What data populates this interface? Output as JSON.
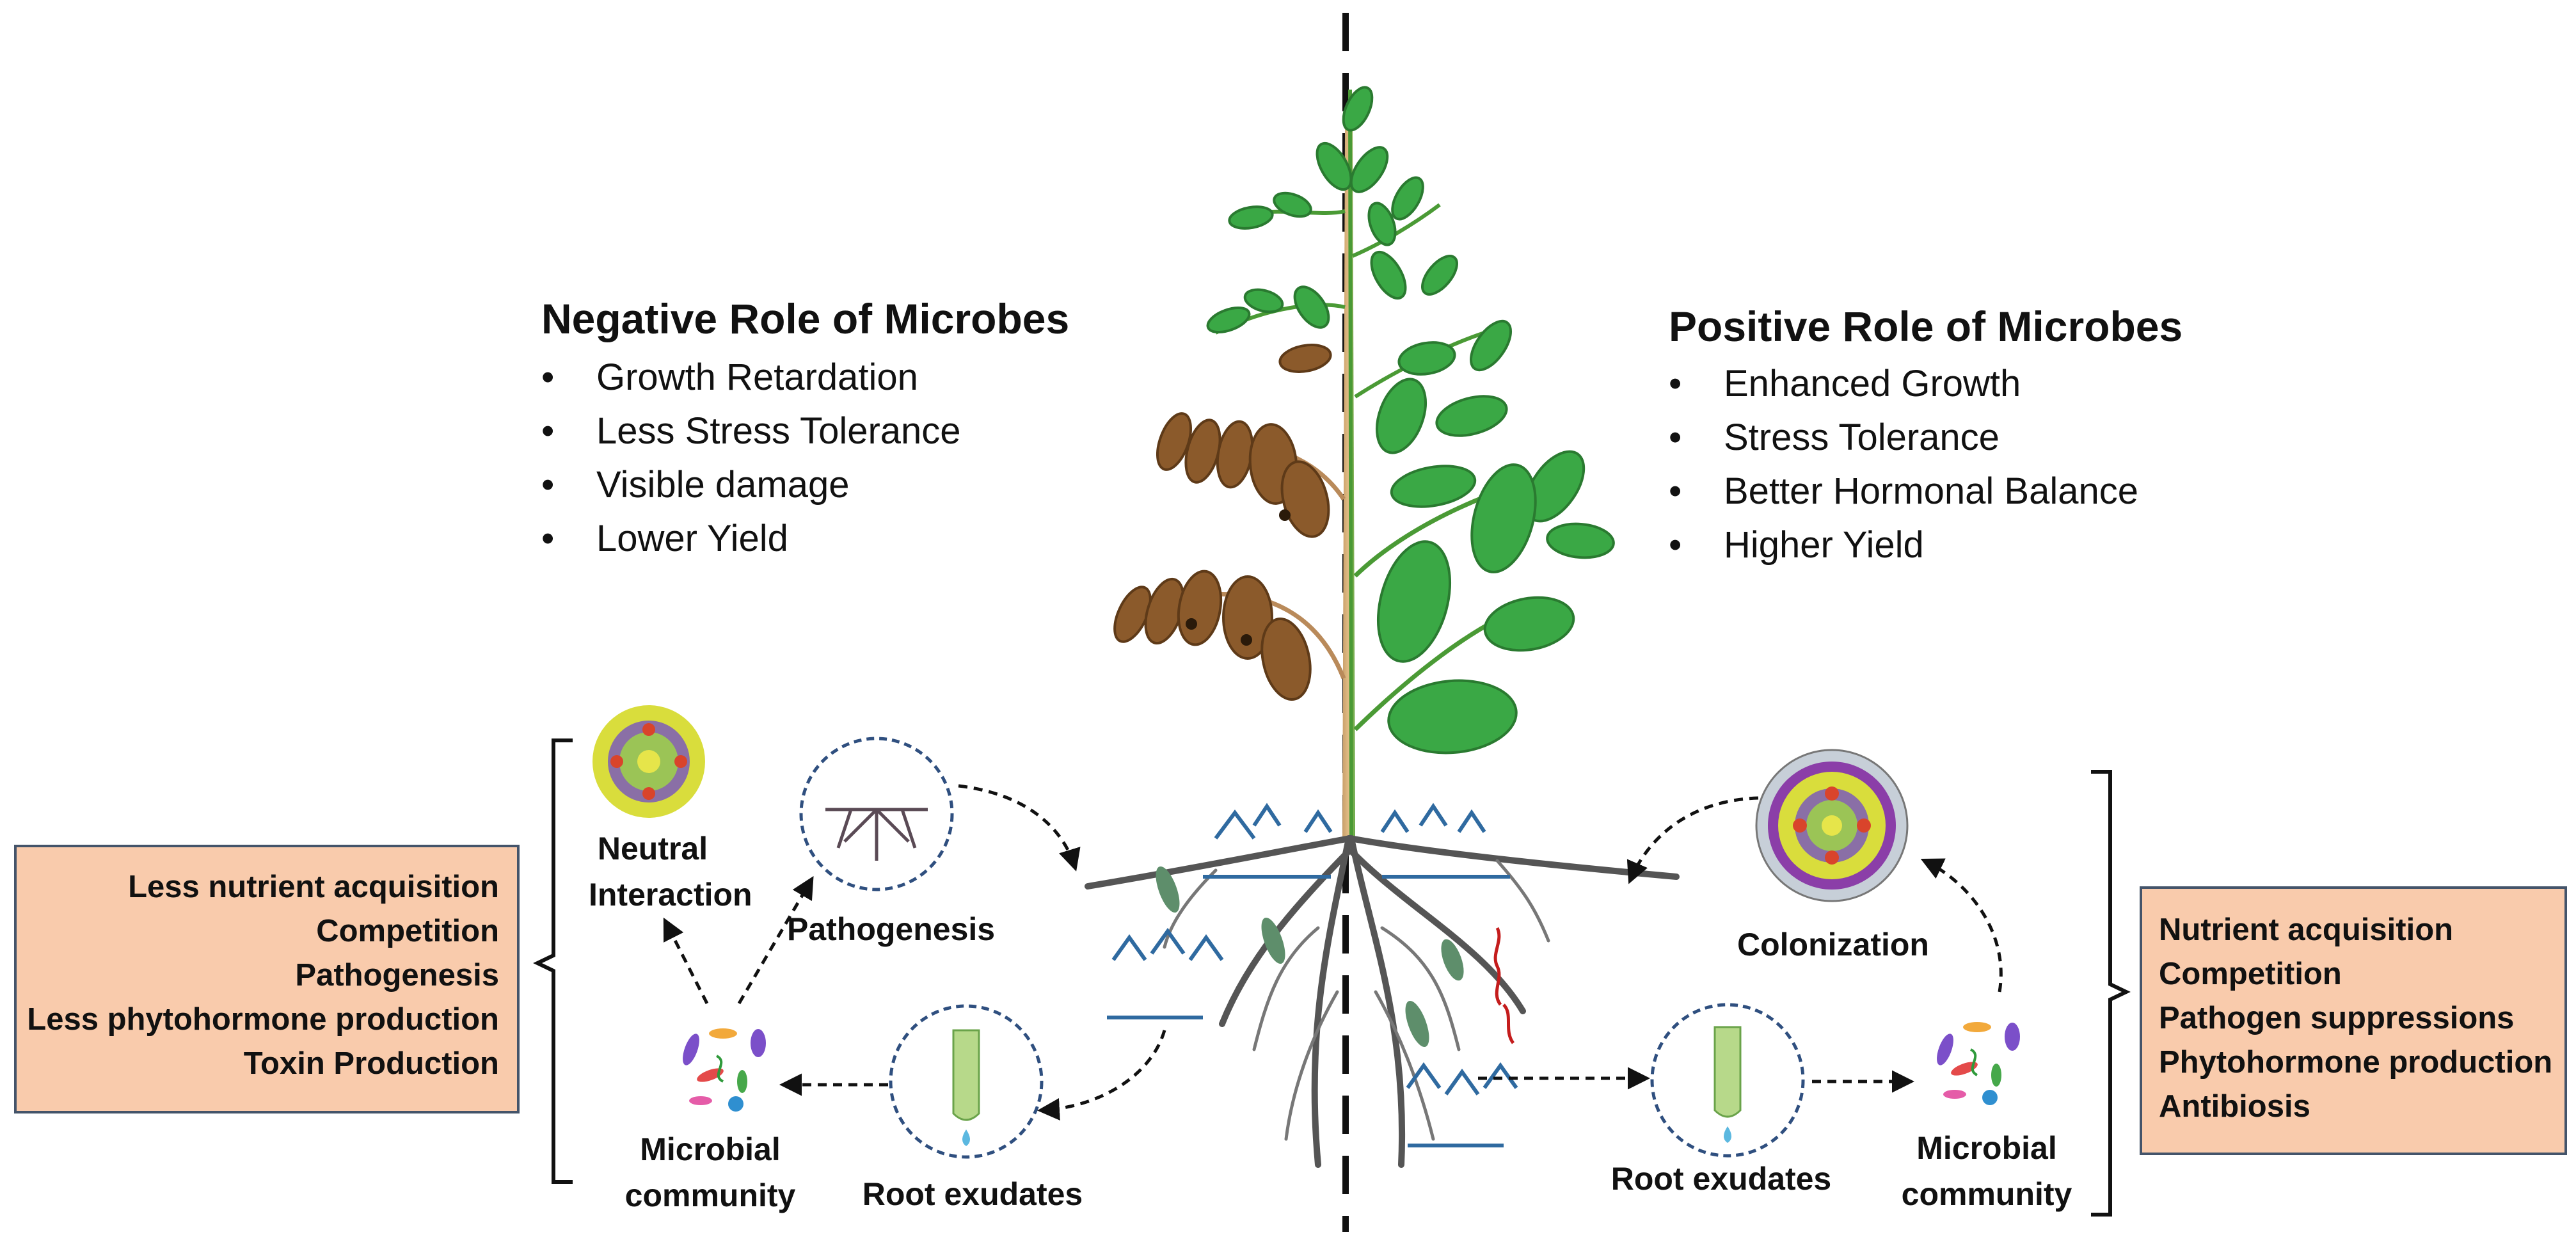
{
  "negative_role": {
    "title": "Negative Role of Microbes",
    "items": [
      "Growth Retardation",
      "Less Stress Tolerance",
      "Visible damage",
      "Lower Yield"
    ]
  },
  "positive_role": {
    "title": "Positive Role of Microbes",
    "items": [
      "Enhanced Growth",
      "Stress Tolerance",
      "Better Hormonal Balance",
      "Higher Yield"
    ]
  },
  "negative_box": {
    "items": [
      "Less nutrient acquisition",
      "Competition",
      "Pathogenesis",
      "Less phytohormone production",
      "Toxin Production"
    ]
  },
  "positive_box": {
    "items": [
      "Nutrient acquisition",
      "Competition",
      "Pathogen suppressions",
      "Phytohormone production",
      "Antibiosis"
    ]
  },
  "labels": {
    "neutral_line1": "Neutral",
    "neutral_line2": "Interaction",
    "pathogenesis": "Pathogenesis",
    "microbial_left_line1": "Microbial",
    "microbial_left_line2": "community",
    "root_exudates_left": "Root exudates",
    "colonization": "Colonization",
    "root_exudates_right": "Root exudates",
    "microbial_right_line1": "Microbial",
    "microbial_right_line2": "community"
  },
  "colors": {
    "box_fill": "#f9cbac",
    "box_border": "#44546a",
    "healthy_leaf": "#3aa845",
    "diseased_leaf": "#8b5a2b",
    "root": "#555555",
    "dashed_circle": "#2f4f7f"
  }
}
